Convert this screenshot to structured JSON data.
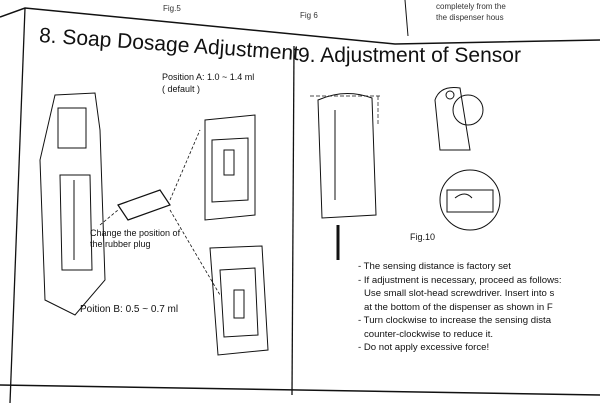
{
  "top": {
    "fig5": "Fig.5",
    "fig6": "Fig 6",
    "note_line1": "completely from the",
    "note_line2": "the dispenser hous"
  },
  "section8": {
    "title": "8. Soap Dosage Adjustment",
    "position_a": "Position A: 1.0 ~ 1.4 ml",
    "default": "( default )",
    "change_line1": "Change the position of",
    "change_line2": "the rubber plug",
    "position_b": "Poition B:  0.5 ~ 0.7 ml"
  },
  "section9": {
    "title": "9. Adjustment of Sensor",
    "fig10": "Fig.10",
    "instructions": [
      "- The sensing distance is factory set",
      "- If adjustment is necessary, proceed as follows:",
      "  Use small slot-head screwdriver. Insert into s",
      "  at the bottom of the dispenser as shown in F",
      "- Turn clockwise to increase the sensing dista",
      "  counter-clockwise to reduce it.",
      "- Do not apply excessive force!"
    ]
  }
}
